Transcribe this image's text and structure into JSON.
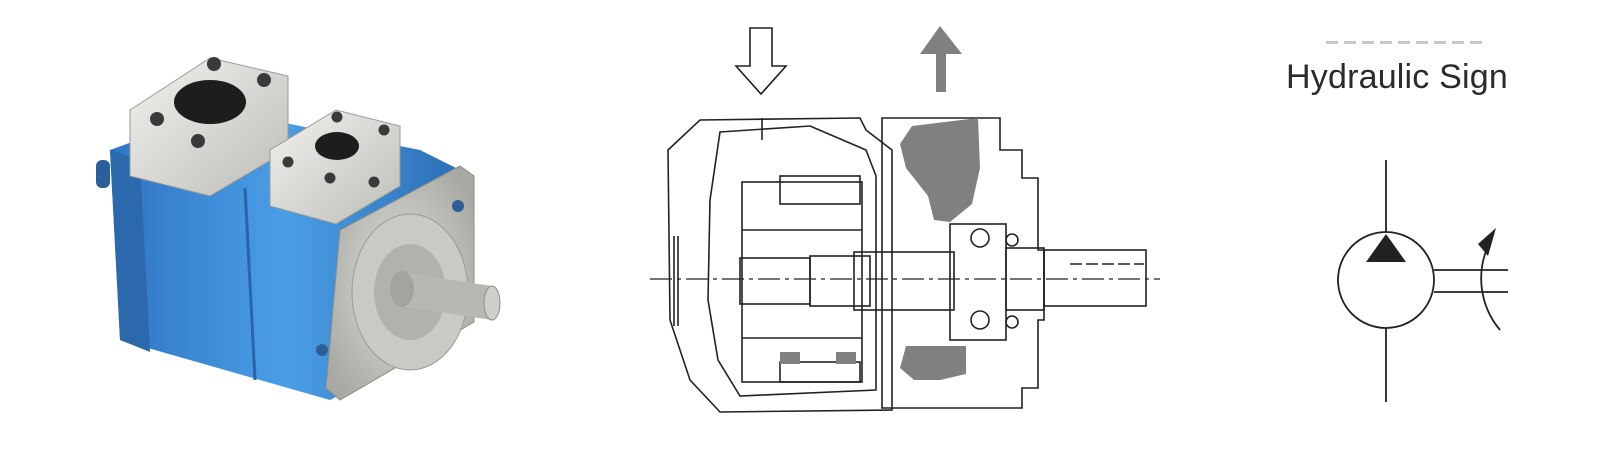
{
  "symbol": {
    "title": "Hydraulic Sign"
  },
  "colors": {
    "pump_body": "#3f8fd8",
    "pump_body_dark": "#2c6fb5",
    "flange_metal": "#d9d9d6",
    "section_fill": "#808080",
    "line": "#222222"
  },
  "icons": {
    "inlet": "hollow-down-arrow",
    "outlet": "solid-up-arrow",
    "pump_symbol": "pump-triangle-circle",
    "rotation": "curved-arrow"
  }
}
